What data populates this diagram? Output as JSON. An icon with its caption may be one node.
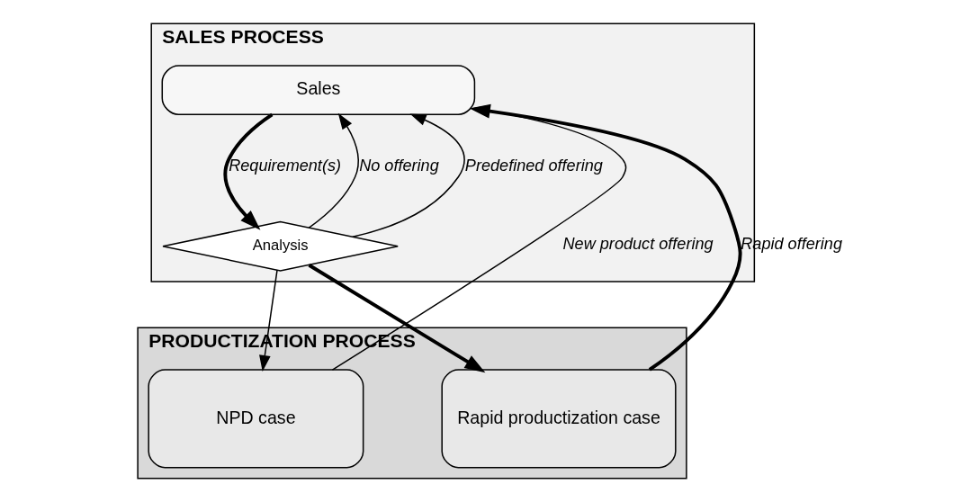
{
  "diagram": {
    "nodes": [
      {
        "text": [
          "SALES PROCESS"
        ]
      },
      {
        "text": [
          "Sales"
        ],
        "in": 0
      },
      {
        "text": [
          "Analysis"
        ],
        "in": 0
      },
      {
        "text": [
          "PRODUCTIZATION PROCESS"
        ]
      },
      {
        "text": [
          "NPD case"
        ],
        "in": 3
      },
      {
        "text": [
          "Rapid productization case"
        ],
        "in": 3
      }
    ],
    "edges": [
      {
        "from": 1,
        "to": 2,
        "arrow": "to",
        "label": "Requirement(s)",
        "style": "thick"
      },
      {
        "from": 2,
        "to": 1,
        "arrow": "to",
        "label": "No offering"
      },
      {
        "from": 2,
        "to": 1,
        "arrow": "to",
        "label": "Predefined offering"
      },
      {
        "from": 2,
        "to": 4,
        "arrow": "to"
      },
      {
        "from": 2,
        "to": 5,
        "arrow": "to",
        "style": "thick"
      },
      {
        "from": 4,
        "to": 1,
        "arrow": "to",
        "label": "New product offering"
      },
      {
        "from": 5,
        "to": 1,
        "arrow": "to",
        "label": "Rapid offering",
        "style": "thick"
      }
    ]
  }
}
